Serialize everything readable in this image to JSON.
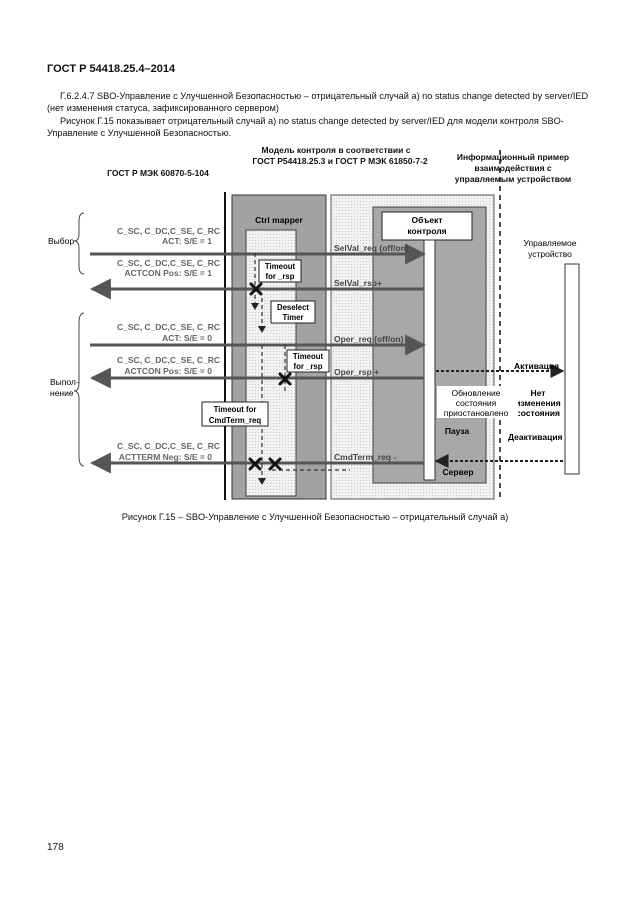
{
  "header": {
    "standard": "ГОСТ Р 54418.25.4–2014"
  },
  "paragraphs": {
    "p1": "Г.6.2.4.7 SBO-Управление с Улучшенной Безопасностью – отрицательный случай а) no status change detected by server/IED (нет изменения статуса, зафиксированного сервером)",
    "p2": "Рисунок Г.15 показывает отрицательный случай а) no status change detected by server/IED для модели контроля SBO-Управление с Улучшенной Безопасностью."
  },
  "figure": {
    "col_model_line1": "Модель контроля в соответствии с",
    "col_model_line2": "ГОСТ Р54418.25.3 и ГОСТ Р МЭК 61850-7-2",
    "col_left": "ГОСТ Р МЭК 60870-5-104",
    "col_info_line1": "Информационный пример",
    "col_info_line2": "взаимодействия с",
    "col_info_line3": "управляемым устройством",
    "ctrl_mapper": "Ctrl mapper",
    "object_line1": "Объект",
    "object_line2": "контроля",
    "managed_line1": "Управляемое",
    "managed_line2": "устройство",
    "select_label": "Выбор",
    "exec_line1": "Выпол-",
    "exec_line2": "нение",
    "msg1_line1": "C_SC, C_DC,C_SE, C_RC",
    "msg1_line2": "ACT: S/E = 1",
    "msg2_line1": "C_SC, C_DC,C_SE, C_RC",
    "msg2_line2": "ACTCON Pos: S/E = 1",
    "msg3_line1": "C_SC, C_DC,C_SE, C_RC",
    "msg3_line2": "ACT: S/E = 0",
    "msg4_line1": "C_SC, C_DC,C_SE, C_RC",
    "msg4_line2": "ACTCON Pos: S/E = 0",
    "msg5_line1": "C_SC, C_DC,C_SE, C_RC",
    "msg5_line2": "ACTTERM Neg: S/E = 0",
    "selval_req": "SelVal_req (off/on)",
    "selval_rsp": "SelVal_rsp+",
    "oper_req": "Oper_req (off/on)",
    "oper_rsp": "Oper_rsp +",
    "cmdterm_req": "CmdTerm_req -",
    "timeout1_line1": "Timeout",
    "timeout1_line2": "for _rsp",
    "deselect_line1": "Deselect",
    "deselect_line2": "Timer",
    "timeout2_line1": "Timeout",
    "timeout2_line2": "for _rsp",
    "timeout3_line1": "Timeout for",
    "timeout3_line2": "CmdTerm_req",
    "activation": "Активация",
    "no_change_line1": "Нет",
    "no_change_line2": "изменения",
    "no_change_line3": "состояния",
    "update_line1": "Обновление",
    "update_line2": "состояния",
    "update_line3": "приостановлено",
    "pause": "Пауза",
    "deactivation": "Деактивация",
    "server": "Сервер"
  },
  "caption": "Рисунок Г.15 – SBO-Управление с Улучшенной Безопасностью – отрицательный случай а)",
  "page_number": "178"
}
